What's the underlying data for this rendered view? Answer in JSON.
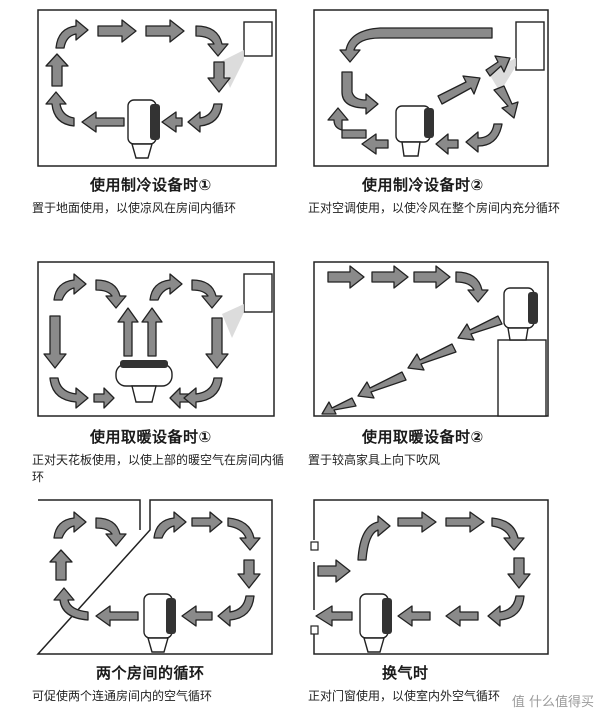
{
  "panels": [
    {
      "title": "使用制冷设备时①",
      "desc": "置于地面使用，以使凉风在房间内循环"
    },
    {
      "title": "使用制冷设备时②",
      "desc": "正对空调使用，以使冷风在整个房间内充分循环"
    },
    {
      "title": "使用取暖设备时①",
      "desc": "正对天花板使用，以使上部的暖空气在房间内循环"
    },
    {
      "title": "使用取暖设备时②",
      "desc": "置于较高家具上向下吹风"
    },
    {
      "title": "两个房间的循环",
      "desc": "可促使两个连通房间内的空气循环"
    },
    {
      "title": "换气时",
      "desc": "正对门窗使用，以使室内外空气循环"
    }
  ],
  "watermark": "值 什么值得买"
}
